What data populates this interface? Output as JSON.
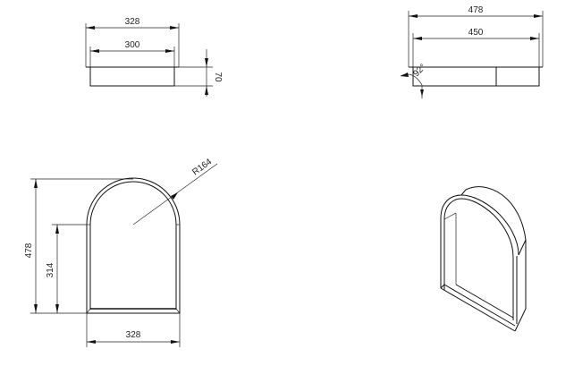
{
  "drawing": {
    "top_left_view": {
      "overall_width": "328",
      "inner_width": "300",
      "depth": "70"
    },
    "top_right_view": {
      "overall_width": "478",
      "inner_width": "450",
      "angle": "92°"
    },
    "front_view": {
      "overall_height": "478",
      "straight_height": "314",
      "arch_radius": "R164",
      "overall_width": "328"
    },
    "isometric_view": {
      "label": ""
    }
  },
  "colors": {
    "line": "#111111",
    "background": "#ffffff"
  }
}
